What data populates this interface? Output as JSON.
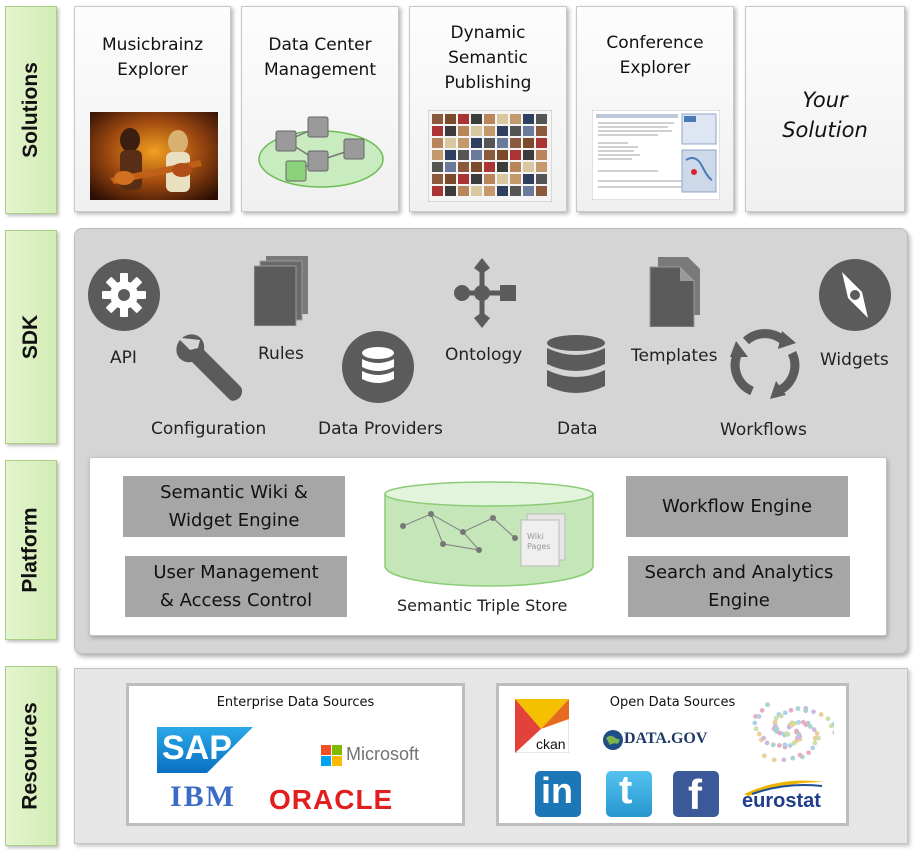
{
  "layers": {
    "solutions": "Solutions",
    "sdk": "SDK",
    "platform": "Platform",
    "resources": "Resources"
  },
  "solutions": [
    {
      "title": "Musicbrainz\nExplorer"
    },
    {
      "title": "Data Center\nManagement"
    },
    {
      "title": "Dynamic\nSemantic\nPublishing"
    },
    {
      "title": "Conference\nExplorer"
    },
    {
      "title": "Your\nSolution"
    }
  ],
  "sdk": {
    "api": "API",
    "configuration": "Configuration",
    "rules": "Rules",
    "data_providers": "Data Providers",
    "ontology": "Ontology",
    "data": "Data",
    "templates": "Templates",
    "workflows": "Workflows",
    "widgets": "Widgets"
  },
  "platform": {
    "semantic_wiki": "Semantic Wiki &\nWidget Engine",
    "user_management": "User Management\n& Access Control",
    "triple_store": "Semantic Triple Store",
    "wiki_pages": "Wiki\nPages",
    "workflow_engine": "Workflow Engine",
    "search_analytics": "Search and Analytics\nEngine"
  },
  "resources": {
    "enterprise_title": "Enterprise Data Sources",
    "open_title": "Open Data Sources",
    "logos": {
      "sap": "SAP",
      "microsoft": "Microsoft",
      "ibm": "IBM",
      "oracle": "ORACLE",
      "ckan": "ckan",
      "datagov": "DATA.GOV",
      "linkedin": "in",
      "twitter": "t",
      "facebook": "f",
      "eurostat": "eurostat"
    }
  },
  "colors": {
    "layer_tab": "#d2ecb3",
    "icon_gray": "#5b5b5b",
    "platform_box": "#a6a6a6",
    "panel_gray": "#d5d5d5"
  }
}
